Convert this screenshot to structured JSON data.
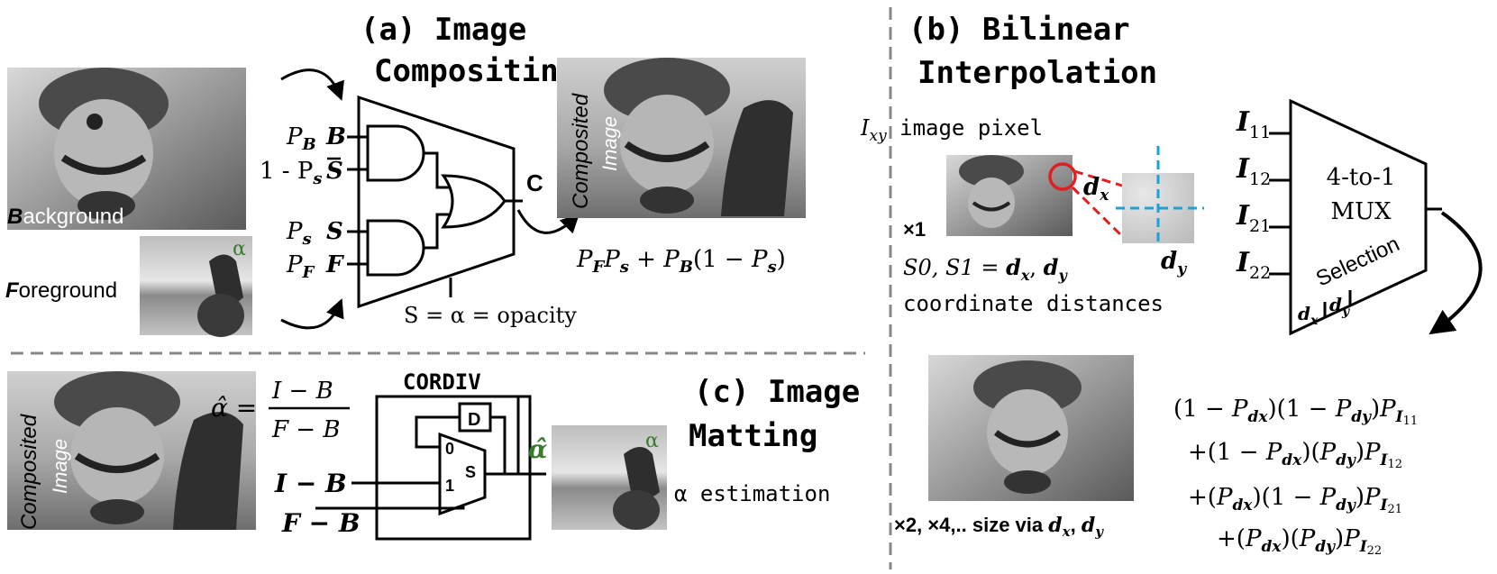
{
  "panel_a": {
    "title_1": "(a) Image",
    "title_2": "Compositing",
    "background_label": "Background",
    "background_initial": "B",
    "background_rest": "ackground",
    "foreground_label": "Foreground",
    "foreground_initial": "F",
    "foreground_rest": "oreground",
    "alpha_tag": "α",
    "composited_1": "Composited",
    "composited_2": "Image",
    "in_pb": "P",
    "in_pb_sub": "B",
    "in_b": "B",
    "in_1ps": "1 - P",
    "in_1ps_sub": "s",
    "in_sbar": "S",
    "in_ps": "P",
    "in_ps_sub": "s",
    "in_s": "S",
    "in_pf": "P",
    "in_pf_sub": "F",
    "in_f": "F",
    "out_c": "C",
    "formula": "P_F P_s + P_B(1 − P_s)",
    "select_label": "S = α = opacity"
  },
  "panel_b": {
    "title_1": "(b) Bilinear",
    "title_2": "Interpolation",
    "pixel_label_base": "I",
    "pixel_label_sub": "xy",
    "pixel_label_rest": " image pixel",
    "scale_x1": "×1",
    "dx": "d",
    "dx_sub": "x",
    "dy": "d",
    "dy_sub": "y",
    "select_line": "S0, S1 = d_x, d_y",
    "coord_line": "coordinate distances",
    "mux_in_1": "11",
    "mux_in_2": "12",
    "mux_in_3": "21",
    "mux_in_4": "22",
    "mux_in_base": "I",
    "mux_line_1": "4-to-1",
    "mux_line_2": "MUX",
    "selection": "Selection",
    "size_caption": "×2, ×4,.. size via d_x, d_y",
    "eq_1": "(1 − P_dx)(1 − P_dy)P_I11",
    "eq_2": "+(1 − P_dx)(P_dy)P_I12",
    "eq_3": "+(P_dx)(1 − P_dy)P_I21",
    "eq_4": "+(P_dx)(P_dy)P_I22"
  },
  "panel_c": {
    "title_1": "(c) Image",
    "title_2": "Matting",
    "composited_1": "Composited",
    "composited_2": "Image",
    "alpha_hat_eq_lhs": "α̂ =",
    "alpha_hat_num": "I − B",
    "alpha_hat_den": "F − B",
    "cordiv": "CORDIV",
    "d_label": "D",
    "mux_0": "0",
    "mux_1": "1",
    "mux_s": "S",
    "input_ib": "I − B",
    "input_fb": "F − B",
    "output_alpha": "α̂",
    "alpha_tag": "α",
    "estimation": "α estimation"
  },
  "colors": {
    "ink": "#000000",
    "alpha_green": "#3a7a2a",
    "divider": "#888888",
    "red": "#e02020",
    "cyan": "#1aa3d9"
  }
}
